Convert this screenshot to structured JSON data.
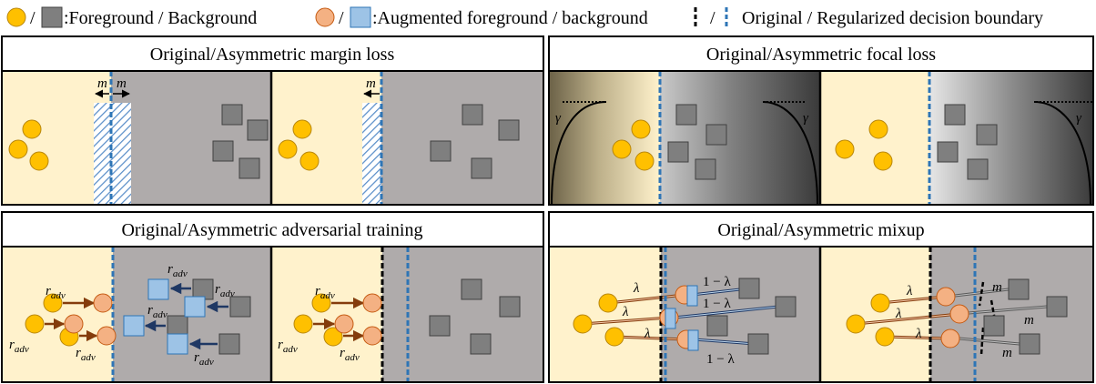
{
  "legend": {
    "fg_bg": ":Foreground / Background",
    "aug_fg_bg": ":Augmented foreground / background",
    "boundary": "Original / Regularized decision boundary",
    "slash1": "/",
    "slash2": "/",
    "slash3": "/"
  },
  "panels": {
    "margin_title": "Original/Asymmetric margin loss",
    "focal_title": "Original/Asymmetric focal loss",
    "adv_title": "Original/Asymmetric adversarial training",
    "mixup_title": "Original/Asymmetric mixup"
  },
  "symbols": {
    "m": "m",
    "gamma": "γ",
    "lambda": "λ",
    "one_minus_lambda": "1 − λ",
    "r": "r",
    "adv": "adv"
  },
  "colors": {
    "fg_fill": "#ffc000",
    "fg_stroke": "#b8860b",
    "aug_fg_fill": "#f4b183",
    "aug_fg_stroke": "#c55a11",
    "bg_fill": "#7f7f7f",
    "bg_stroke": "#404040",
    "aug_bg_fill": "#9dc3e6",
    "aug_bg_stroke": "#2e75b6",
    "fg_region": "#fff2cc",
    "bg_region": "#afabab",
    "boundary_blue": "#2e75b6",
    "arrow_brown": "#843c0c",
    "arrow_navy": "#1f3864"
  }
}
